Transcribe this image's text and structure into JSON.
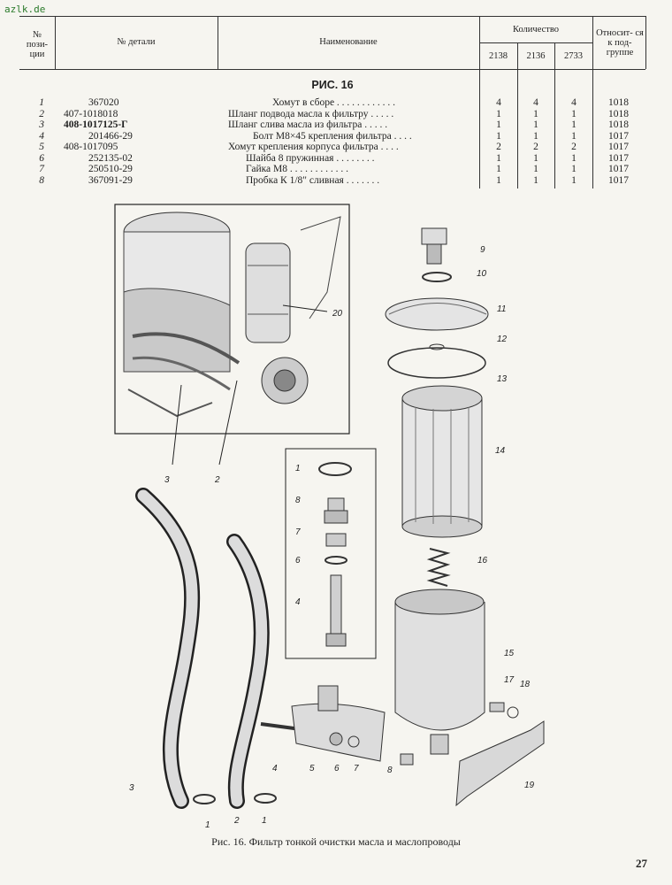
{
  "site": "azlk.de",
  "table": {
    "headers": {
      "pos": "№ пози- ции",
      "part": "№ детали",
      "name": "Наименование",
      "qty": "Количество",
      "q1": "2138",
      "q2": "2136",
      "q3": "2733",
      "ref": "Относит- ся к под- группе"
    },
    "figure_title": "РИС. 16",
    "rows": [
      {
        "pos": "1",
        "part": "367020",
        "name": "Хомут в сборе . . . . . . . . . . . .",
        "q1": "4",
        "q2": "4",
        "q3": "4",
        "ref": "1018"
      },
      {
        "pos": "2",
        "part": "407-1018018",
        "name": "Шланг подвода масла к фильтру . . . . .",
        "q1": "1",
        "q2": "1",
        "q3": "1",
        "ref": "1018"
      },
      {
        "pos": "3",
        "part": "408-1017125-Г",
        "name": "Шланг слива масла из фильтра . . . . .",
        "q1": "1",
        "q2": "1",
        "q3": "1",
        "ref": "1018"
      },
      {
        "pos": "4",
        "part": "201466-29",
        "name": "Болт М8×45 крепления фильтра . . . .",
        "q1": "1",
        "q2": "1",
        "q3": "1",
        "ref": "1017"
      },
      {
        "pos": "5",
        "part": "408-1017095",
        "name": "Хомут крепления корпуса фильтра . . . .",
        "q1": "2",
        "q2": "2",
        "q3": "2",
        "ref": "1017"
      },
      {
        "pos": "6",
        "part": "252135-02",
        "name": "Шайба 8 пружинная . . . . . . . .",
        "q1": "1",
        "q2": "1",
        "q3": "1",
        "ref": "1017"
      },
      {
        "pos": "7",
        "part": "250510-29",
        "name": "Гайка М8 . . . . . . . . . . . .",
        "q1": "1",
        "q2": "1",
        "q3": "1",
        "ref": "1017"
      },
      {
        "pos": "8",
        "part": "367091-29",
        "name": "Пробка К 1/8\" сливная . . . . . . .",
        "q1": "1",
        "q2": "1",
        "q3": "1",
        "ref": "1017"
      }
    ]
  },
  "callouts": {
    "n1": "1",
    "n2": "2",
    "n3": "3",
    "n4": "4",
    "n5": "5",
    "n6": "6",
    "n7": "7",
    "n8": "8",
    "n9": "9",
    "n10": "10",
    "n11": "11",
    "n12": "12",
    "n13": "13",
    "n14": "14",
    "n15": "15",
    "n16": "16",
    "n17": "17",
    "n18": "18",
    "n19": "19",
    "n20": "20"
  },
  "caption": "Рис. 16. Фильтр тонкой очистки масла и маслопроводы",
  "page_number": "27"
}
